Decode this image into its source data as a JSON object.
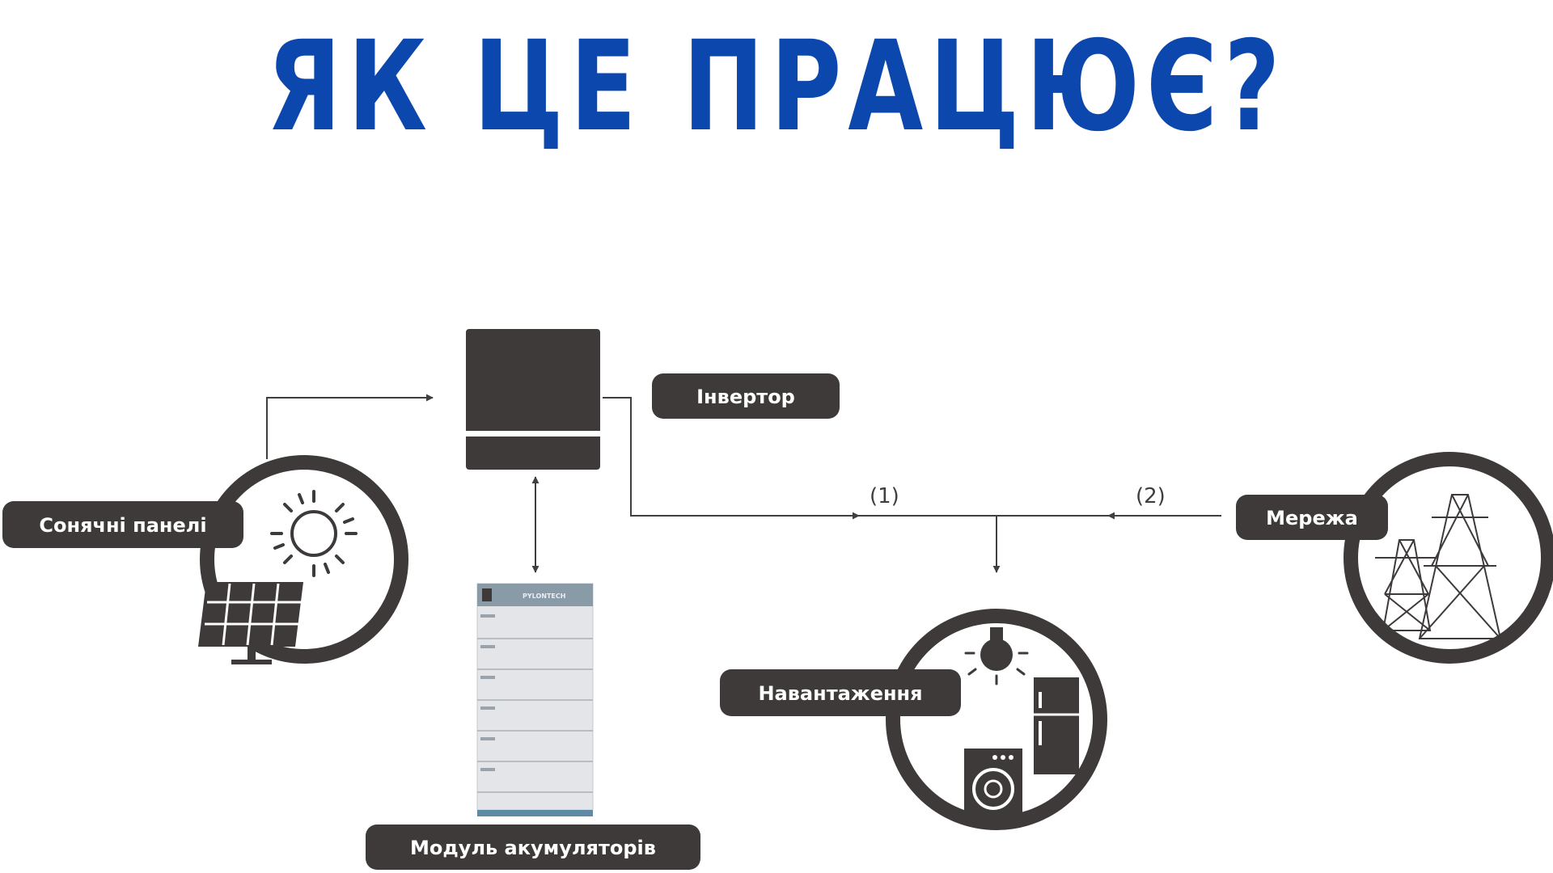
{
  "title": "ЯК ЦЕ ПРАЦЮЄ?",
  "labels": {
    "inverter": "Інвертор",
    "solar": "Сонячні панелі",
    "grid": "Мережа",
    "load": "Навантаження",
    "battery": "Модуль акумуляторів"
  },
  "flows": {
    "from_inverter": "(1)",
    "from_grid": "(2)"
  },
  "battery_brand": "PYLONTECH",
  "colors": {
    "title": "#0b47ad",
    "dark": "#3e3a39",
    "line": "#3f3f3f",
    "battery_body": "#e3e5e8",
    "battery_cap": "#8a9ba8"
  },
  "icons": [
    "inverter-icon",
    "sun-icon",
    "solar-panel-icon",
    "power-tower-icon",
    "light-bulb-icon",
    "fridge-icon",
    "washing-machine-icon",
    "battery-module-icon"
  ]
}
